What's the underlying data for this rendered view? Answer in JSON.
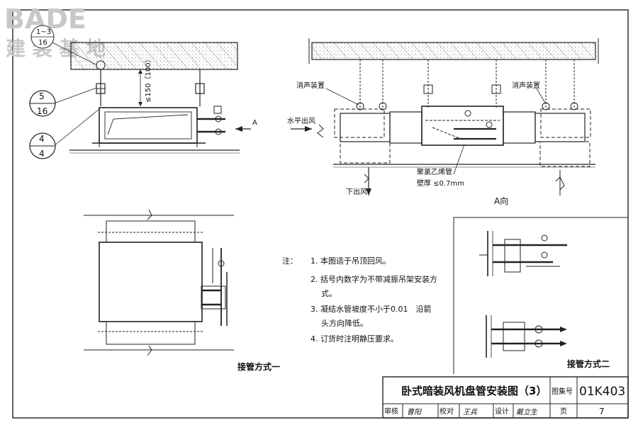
{
  "watermark": {
    "latin": "BADE",
    "cjk": "建 装 基 地"
  },
  "callouts": {
    "c1_top": "1~3",
    "c1_bottom": "16",
    "c2_top": "5",
    "c2_bottom": "16",
    "c3_top": "4",
    "c3_bottom": "4"
  },
  "labels": {
    "dim_150": "≤150（100）",
    "arrow_a": "A",
    "muffler_left": "消声装置",
    "muffler_right": "消声装置",
    "horizontal_outlet": "水平出风",
    "down_outlet": "下出风",
    "pvc_pipe": "聚氯乙烯管",
    "wall_thickness": "壁厚 ≤0.7mm",
    "view_a": "A向",
    "method1": "接管方式一",
    "method2": "接管方式二"
  },
  "notes": {
    "prefix": "注：",
    "n1": "1. 本图适于吊顶回风。",
    "n2a": "2. 括号内数字为不带减振吊架安装方",
    "n2b": "式。",
    "n3a": "3. 凝结水管坡度不小于0.01　沿箭",
    "n3b": "头方向降低。",
    "n4": "4. 订货时注明静压要求。"
  },
  "title_block": {
    "title": "卧式暗装风机盘管安装图（3）",
    "atlas_label": "图集号",
    "atlas_no": "01K403",
    "review_label": "审核",
    "review_sig": "曹阳",
    "check_label": "校对",
    "check_sig": "王兵",
    "design_label": "设计",
    "design_sig": "戴立生",
    "page_label": "页",
    "page_no": "7"
  }
}
